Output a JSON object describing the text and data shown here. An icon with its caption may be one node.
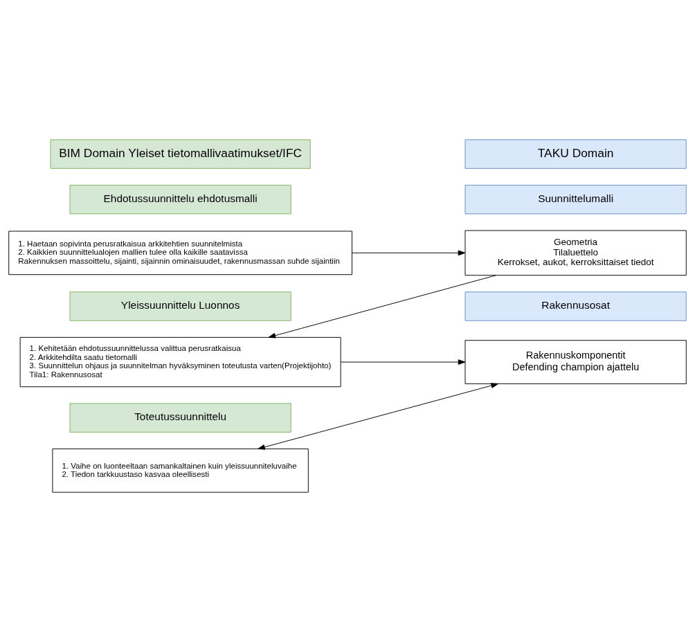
{
  "diagram": {
    "nodes": [
      {
        "text": [
          "BIM Domain Yleiset tietomallivaatimukset/IFC"
        ]
      },
      {
        "text": [
          "TAKU Domain"
        ]
      },
      {
        "text": [
          "Ehdotussuunnittelu ehdotusmalli"
        ]
      },
      {
        "text": [
          "1. Haetaan sopivinta perusratkaisua arkkitehtien suunnitelmista",
          "2. Kaikkien suunnittelualojen mallien tulee olla kaikille saatavissa",
          "Rakennuksen massoittelu, sijainti, sijainnin ominaisuudet, rakennusmassan suhde sijaintiin"
        ]
      },
      {
        "text": [
          "Suunnittelumalli"
        ]
      },
      {
        "text": [
          "Geometria",
          "Tilaluettelo",
          "Kerrokset, aukot, kerroksittaiset tiedot"
        ]
      },
      {
        "text": [
          "Yleissuunnittelu Luonnos"
        ]
      },
      {
        "text": [
          "1. Kehitetään ehdotussuunnittelussa valittua perusratkaisua",
          "2. Arkkitehdilta saatu tietomalli",
          "3. Suunnittelun ohjaus ja suunnitelman hyväksyminen toteutusta varten(Projektijohto)",
          "Tila1: Rakennusosat"
        ]
      },
      {
        "text": [
          "Rakennusosat"
        ]
      },
      {
        "text": [
          "Rakennuskomponentit",
          "Defending champion ajattelu"
        ]
      },
      {
        "text": [
          "Toteutussuunnittelu"
        ]
      },
      {
        "text": [
          "1. Vaihe on luonteeltaan samankaltainen kuin yleissuunniteluvaihe",
          "2. Tiedon tarkkuustaso kasvaa oleellisesti"
        ]
      }
    ],
    "edges": [
      {
        "from": 3,
        "to": 5,
        "arrow": "to"
      },
      {
        "from": 5,
        "to": 7,
        "arrow": "to"
      },
      {
        "from": 7,
        "to": 9,
        "arrow": "to"
      },
      {
        "from": 11,
        "to": 9,
        "arrow": "both"
      }
    ]
  }
}
